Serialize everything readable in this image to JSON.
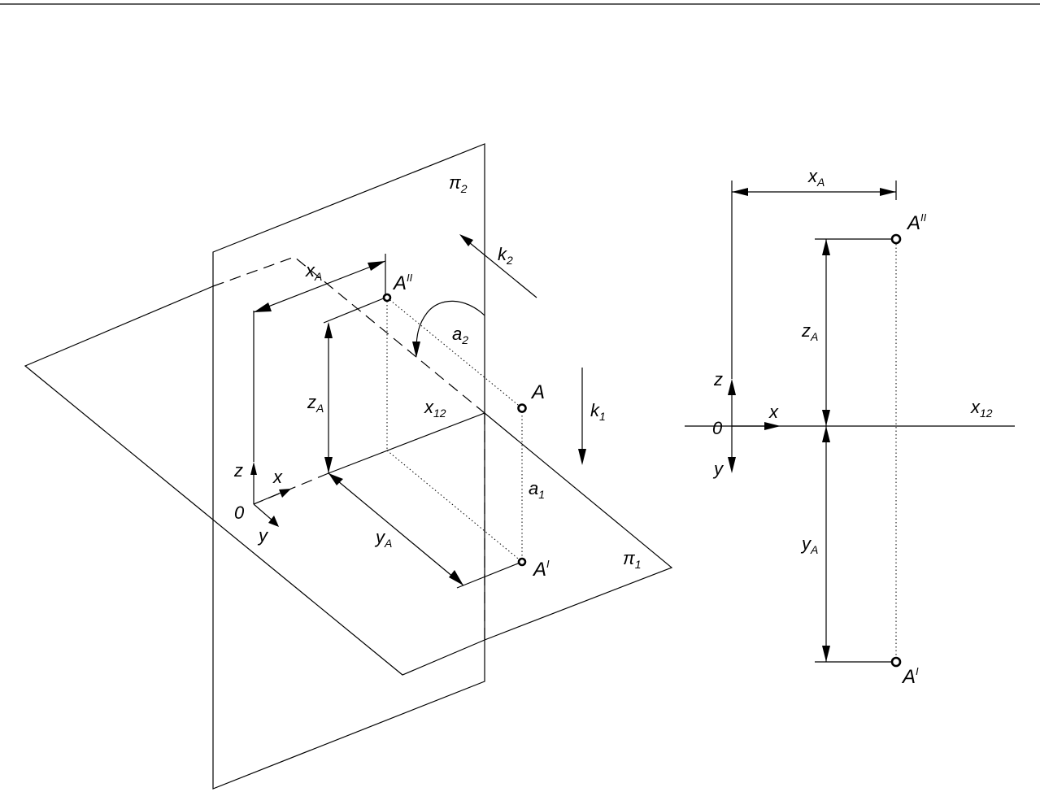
{
  "left_figure": {
    "labels": {
      "pi2": "π",
      "pi2_sub": "2",
      "pi1": "π",
      "pi1_sub": "1",
      "k2": "k",
      "k2_sub": "2",
      "k1": "k",
      "k1_sub": "1",
      "a2": "a",
      "a2_sub": "2",
      "a1": "a",
      "a1_sub": "1",
      "pointA": "A",
      "a_double": "A",
      "a_double_sup": "II",
      "a_single": "A",
      "a_single_sup": "I",
      "x12": "x",
      "x12_sub": "12",
      "xa": "x",
      "xa_sub": "A",
      "za": "z",
      "za_sub": "A",
      "ya": "y",
      "ya_sub": "A",
      "origin": "0",
      "axis_x": "x",
      "axis_y": "y",
      "axis_z": "z"
    }
  },
  "right_figure": {
    "labels": {
      "xa": "x",
      "xa_sub": "A",
      "za": "z",
      "za_sub": "A",
      "ya": "y",
      "ya_sub": "A",
      "a_double": "A",
      "a_double_sup": "II",
      "a_single": "A",
      "a_single_sup": "I",
      "x12": "x",
      "x12_sub": "12",
      "origin": "0",
      "axis_x": "x",
      "axis_y": "y",
      "axis_z": "z"
    }
  }
}
